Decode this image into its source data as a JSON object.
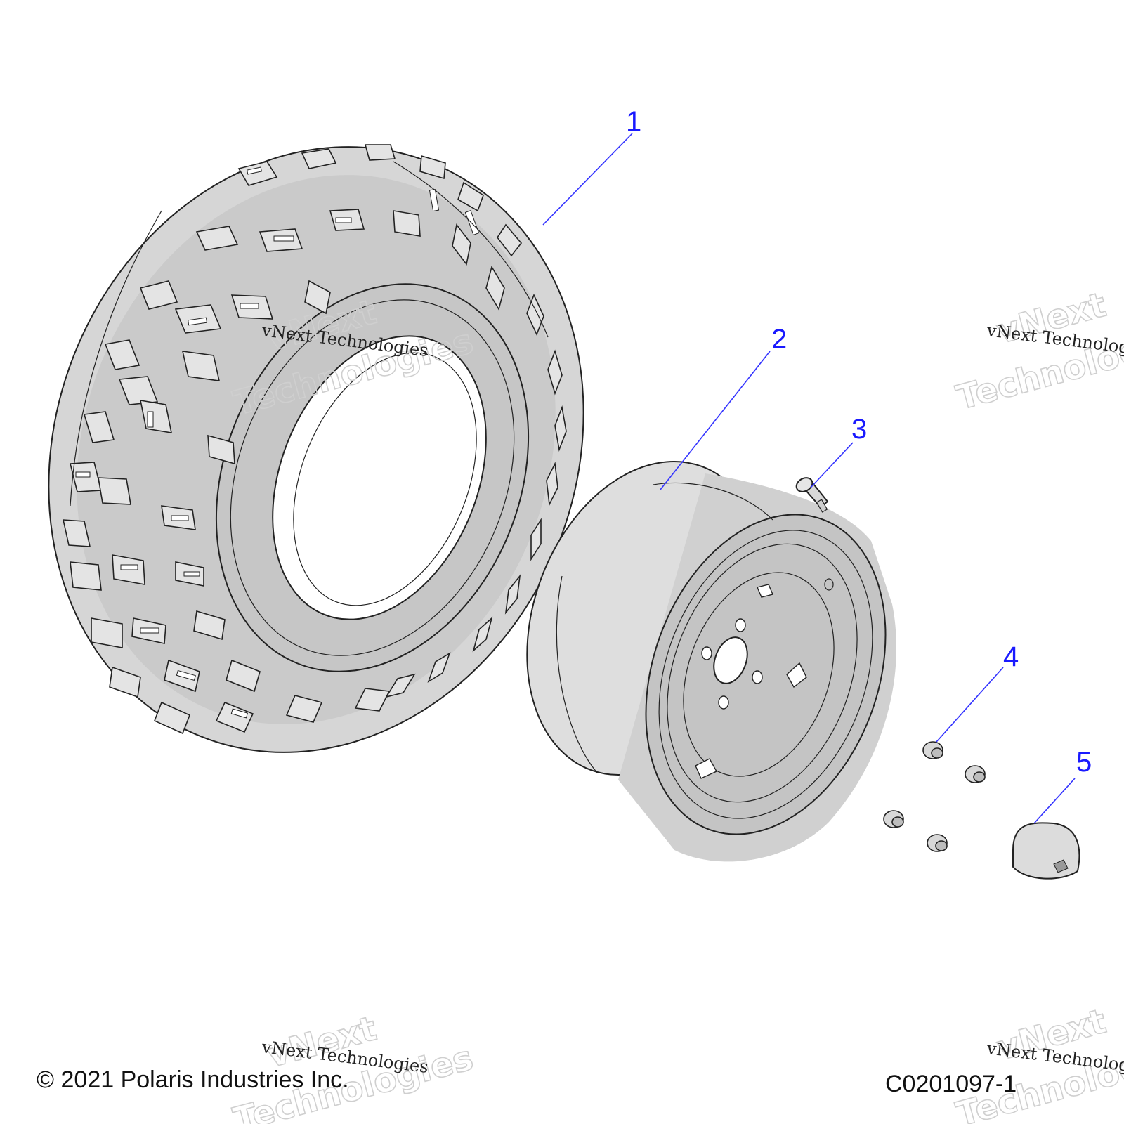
{
  "callouts": [
    {
      "number": "1",
      "part": "tire"
    },
    {
      "number": "2",
      "part": "wheel-rim"
    },
    {
      "number": "3",
      "part": "valve-stem"
    },
    {
      "number": "4",
      "part": "lug-nut"
    },
    {
      "number": "5",
      "part": "center-cap"
    }
  ],
  "footer": {
    "copyright": "© 2021 Polaris Industries Inc.",
    "figure_id": "C0201097-1"
  },
  "watermark": {
    "small_text": "vNext Technologies",
    "big_line1": "vNext",
    "big_line2": "Technologies"
  },
  "colors": {
    "callout": "#1a1aff",
    "leader": "#3333ff",
    "part_fill": "#d4d4d4",
    "part_shade": "#bdbdbd"
  }
}
